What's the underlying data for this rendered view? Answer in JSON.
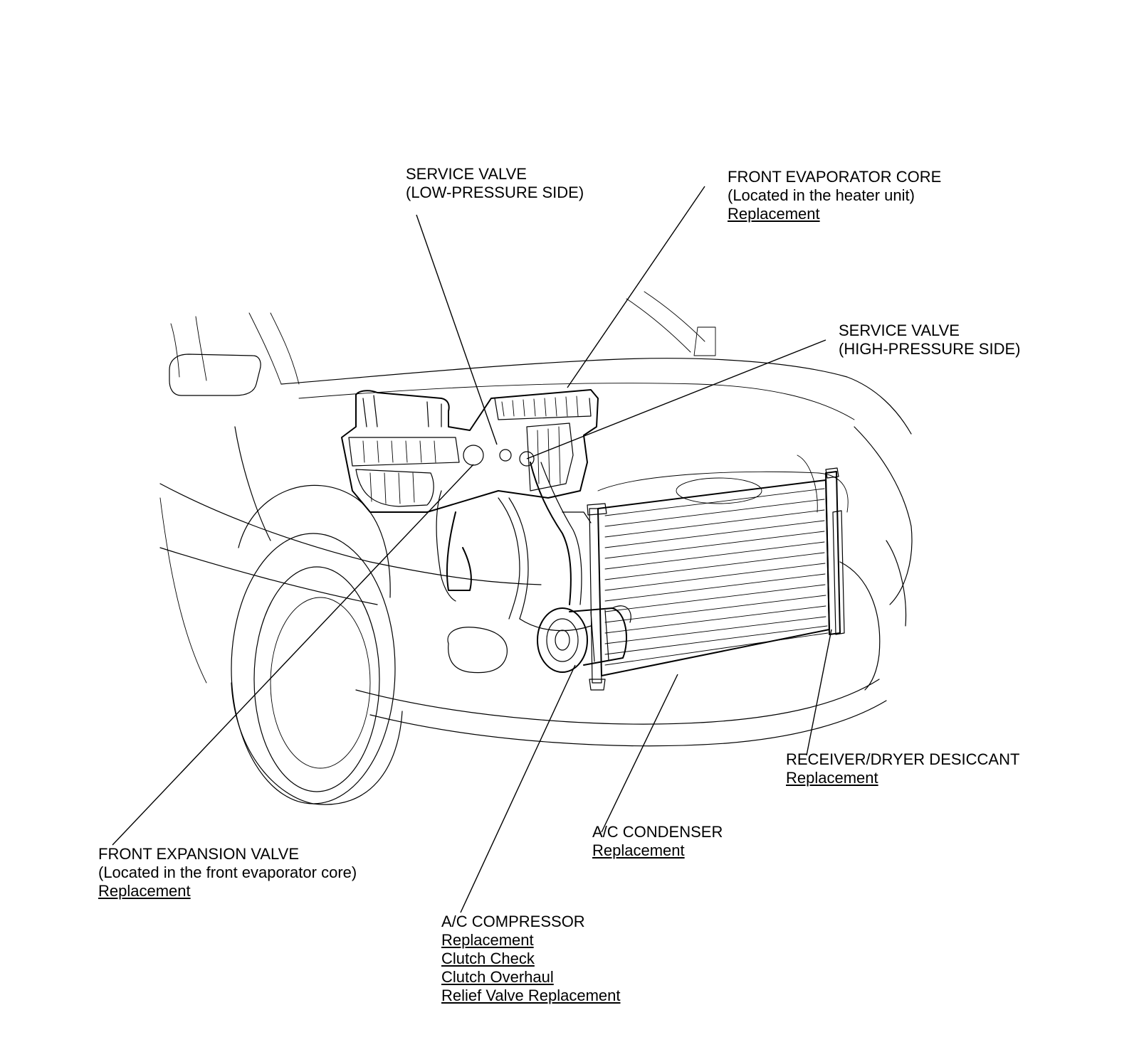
{
  "callouts": {
    "service_valve_low": {
      "lines": [
        "SERVICE VALVE",
        "(LOW-PRESSURE SIDE)"
      ],
      "links": []
    },
    "front_evaporator_core": {
      "lines": [
        "FRONT EVAPORATOR CORE",
        "(Located in the heater unit)"
      ],
      "links": [
        "Replacement"
      ]
    },
    "service_valve_high": {
      "lines": [
        "SERVICE VALVE",
        "(HIGH-PRESSURE SIDE)"
      ],
      "links": []
    },
    "receiver_dryer": {
      "lines": [
        "RECEIVER/DRYER DESICCANT"
      ],
      "links": [
        "Replacement"
      ]
    },
    "ac_condenser": {
      "lines": [
        "A/C CONDENSER"
      ],
      "links": [
        "Replacement"
      ]
    },
    "front_expansion_valve": {
      "lines": [
        "FRONT EXPANSION VALVE",
        "(Located in the front evaporator core)"
      ],
      "links": [
        "Replacement"
      ]
    },
    "ac_compressor": {
      "lines": [
        "A/C COMPRESSOR"
      ],
      "links": [
        "Replacement",
        "Clutch Check",
        "Clutch Overhaul",
        "Relief Valve Replacement"
      ]
    }
  }
}
